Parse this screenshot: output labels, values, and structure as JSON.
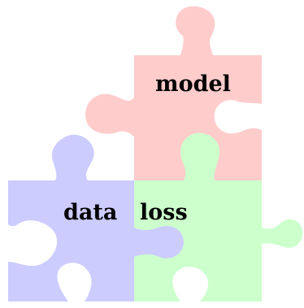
{
  "pieces": {
    "model": {
      "label": "model",
      "color": "#ffcccc"
    },
    "data": {
      "label": "data",
      "color": "#ccccff"
    },
    "loss": {
      "label": "loss",
      "color": "#ccffcc"
    }
  }
}
